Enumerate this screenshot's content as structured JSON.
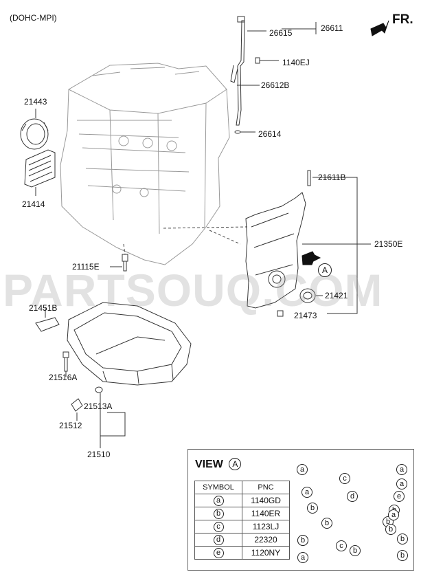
{
  "header": {
    "engine_type": "(DOHC-MPI)",
    "direction": "FR."
  },
  "watermark": "PARTSOUQ.COM",
  "parts": [
    {
      "pnc": "26611"
    },
    {
      "pnc": "26615"
    },
    {
      "pnc": "1140EJ"
    },
    {
      "pnc": "26612B"
    },
    {
      "pnc": "26614"
    },
    {
      "pnc": "21443"
    },
    {
      "pnc": "21414"
    },
    {
      "pnc": "21611B"
    },
    {
      "pnc": "21350E"
    },
    {
      "pnc": "21115E"
    },
    {
      "pnc": "21421"
    },
    {
      "pnc": "21473"
    },
    {
      "pnc": "21451B"
    },
    {
      "pnc": "21516A"
    },
    {
      "pnc": "21513A"
    },
    {
      "pnc": "21512"
    },
    {
      "pnc": "21510"
    }
  ],
  "view_marker": "A",
  "view": {
    "title": "VIEW",
    "marker": "A",
    "col_symbol": "SYMBOL",
    "col_pnc": "PNC",
    "rows": [
      {
        "symbol": "a",
        "pnc": "1140GD"
      },
      {
        "symbol": "b",
        "pnc": "1140ER"
      },
      {
        "symbol": "c",
        "pnc": "1123LJ"
      },
      {
        "symbol": "d",
        "pnc": "22320"
      },
      {
        "symbol": "e",
        "pnc": "1120NY"
      }
    ],
    "callouts": [
      "a",
      "a",
      "c",
      "a",
      "e",
      "a",
      "d",
      "b",
      "b",
      "b",
      "b",
      "c",
      "b",
      "b",
      "b",
      "b",
      "b",
      "a",
      "b",
      "a"
    ]
  }
}
